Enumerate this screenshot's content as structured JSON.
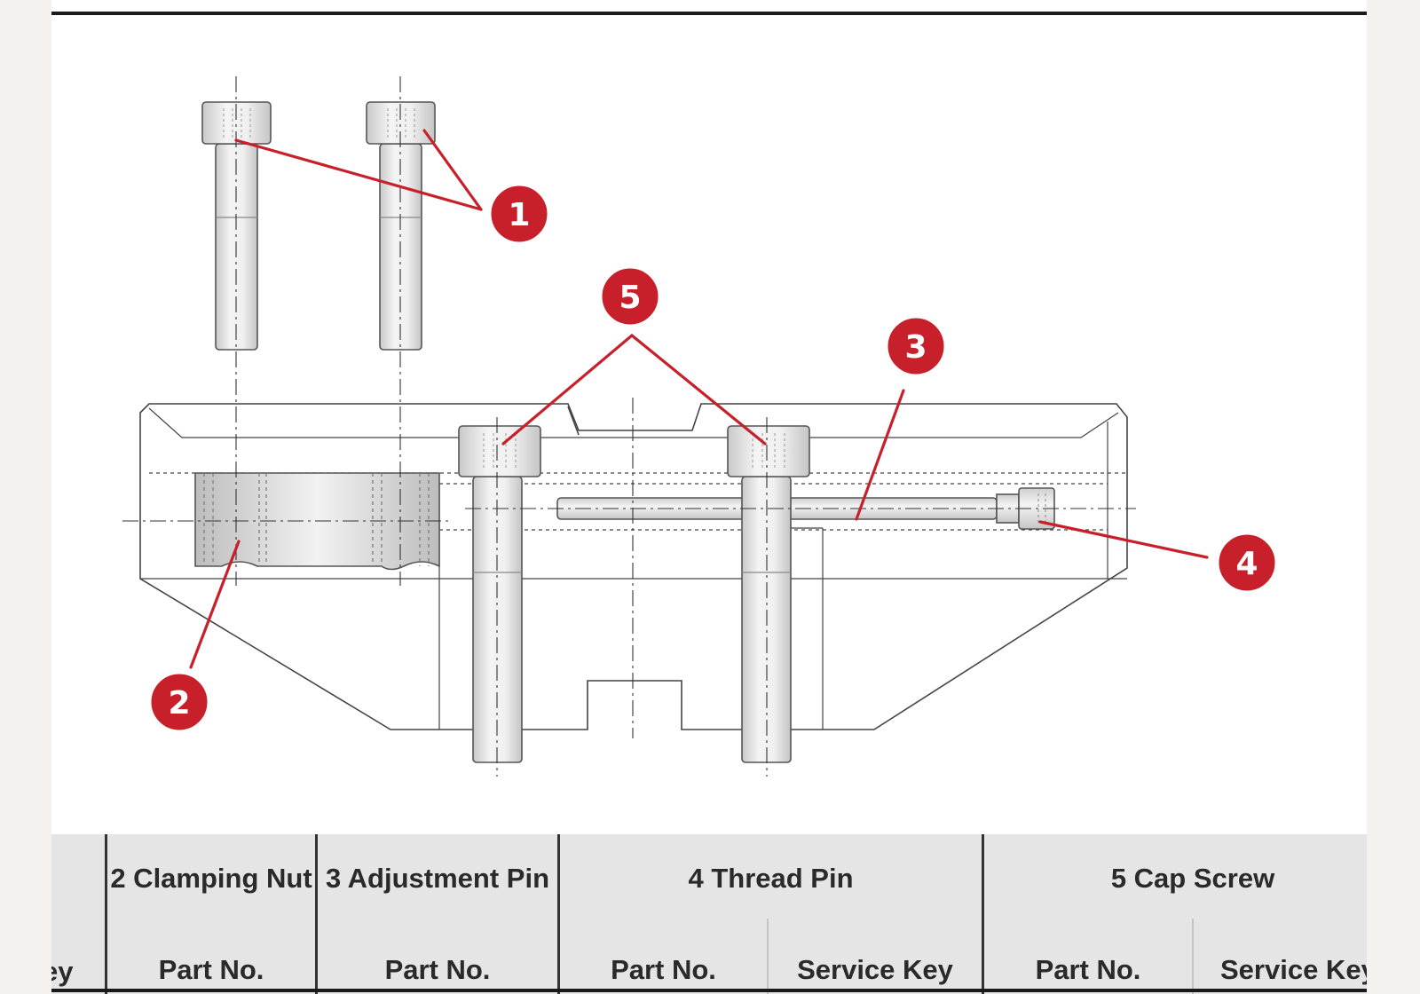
{
  "callouts": [
    {
      "id": "callout-1",
      "label": "1"
    },
    {
      "id": "callout-2",
      "label": "2"
    },
    {
      "id": "callout-3",
      "label": "3"
    },
    {
      "id": "callout-4",
      "label": "4"
    },
    {
      "id": "callout-5",
      "label": "5"
    }
  ],
  "colors": {
    "callout_fill": "#c8202a",
    "callout_stroke": "#ffffff",
    "leader_line": "#c8202a",
    "drawing_line": "#444444",
    "part_fill": "#e8e8e8",
    "table_header_bg": "#e5e5e5"
  },
  "table": {
    "col1_partial_sub": "ey",
    "clamping_nut": {
      "title": "2 Clamping Nut",
      "sub": "Part No."
    },
    "adjustment_pin": {
      "title": "3 Adjustment Pin",
      "sub": "Part No."
    },
    "thread_pin": {
      "title": "4 Thread Pin",
      "sub_part": "Part No.",
      "sub_service": "Service Key"
    },
    "cap_screw": {
      "title": "5 Cap Screw",
      "sub_part": "Part No.",
      "sub_service": "Service Key"
    }
  }
}
